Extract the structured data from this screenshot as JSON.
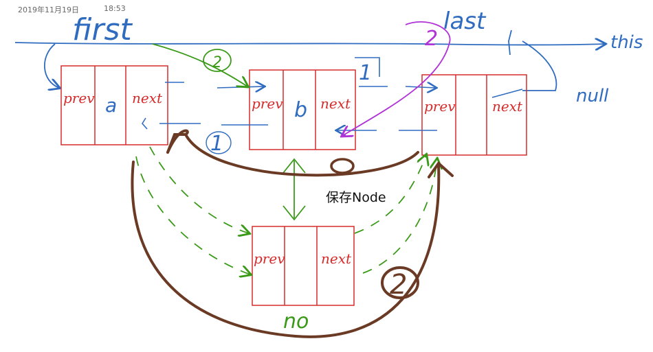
{
  "header": {
    "date": "2019年11月19日",
    "time": "18:53"
  },
  "labels": {
    "first": "first",
    "last": "last",
    "this": "this",
    "null": "null",
    "save_node": "保存Node",
    "new_node": "no",
    "step_one_a": "1",
    "step_one_b": "1",
    "step_two_a": "2",
    "step_two_b": "2",
    "step_two_c": "2"
  },
  "nodes": [
    {
      "prev": "prev",
      "value": "a",
      "next": "next"
    },
    {
      "prev": "prev",
      "value": "b",
      "next": "next"
    },
    {
      "prev": "prev",
      "value": "",
      "next": "next"
    },
    {
      "prev": "prev",
      "value": "",
      "next": "next"
    }
  ],
  "colors": {
    "box": "#d62a2a",
    "blue": "#2f6cc0",
    "green": "#3a9a18",
    "purple": "#b132d6",
    "brown": "#6b3a24",
    "text_red": "#d62a2a"
  }
}
